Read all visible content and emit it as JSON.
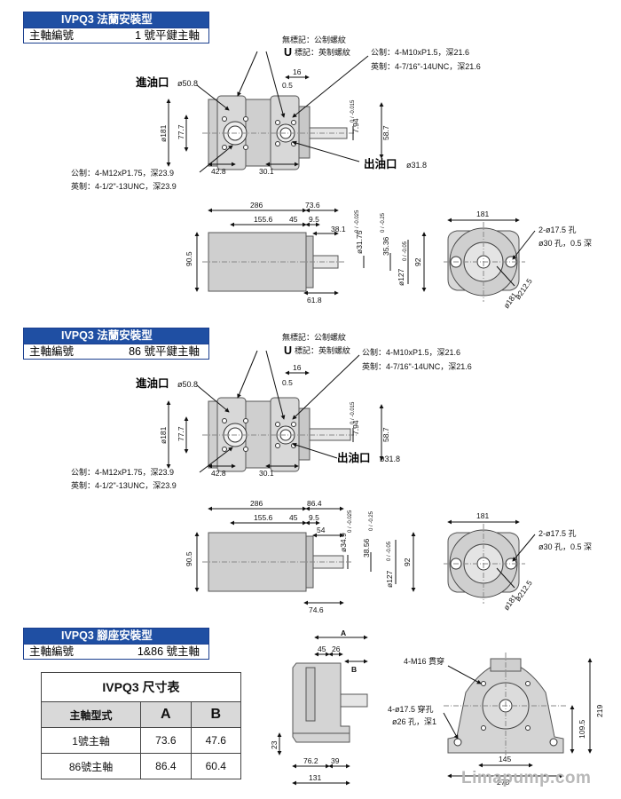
{
  "section1": {
    "title": "IVPQ3 法蘭安裝型",
    "code_label": "主軸編號",
    "code_value": "1 號平鍵主軸",
    "side": {
      "unmarked": "無標記：公制螺紋",
      "u_marked_letter": "U",
      "u_marked": "標記：英制螺紋",
      "outlet_metric": "公制：4-M10xP1.5，深21.6",
      "outlet_imperial": "英制：4-7/16\"-14UNC，深21.6",
      "inlet_label": "進油口",
      "inlet_dia": "ø50.8",
      "outlet_label": "出油口",
      "outlet_dia": "ø31.8",
      "inlet_metric": "公制：4-M12xP1.75，深23.9",
      "inlet_imperial": "英制：4-1/2\"-13UNC，深23.9",
      "d16": "16",
      "d05": "0.5",
      "d181": "ø181",
      "d777": "77.7",
      "d794": "7.94",
      "tol_794": "0 / -0.015",
      "d587": "58.7",
      "d428": "42.8",
      "d301": "30.1"
    },
    "top": {
      "d286": "286",
      "d736": "73.6",
      "d1556": "155.6",
      "d45": "45",
      "d95": "9.5",
      "d381": "38.1",
      "d905": "90.5",
      "dshaft": "ø31.75",
      "tol_shaft": "0 / -0.025",
      "dkey": "35.36",
      "tol_key": "0 / -0.25",
      "d127": "ø127",
      "tol_127": "0 / -0.05",
      "d92": "92",
      "d618": "61.8"
    },
    "end": {
      "d181": "181",
      "holes": "2-ø17.5 孔",
      "cbore": "ø30 孔，0.5 深",
      "d2125": "ø212.5",
      "d181d": "ø181"
    }
  },
  "section2": {
    "title": "IVPQ3 法蘭安裝型",
    "code_label": "主軸編號",
    "code_value": "86 號平鍵主軸",
    "side": {
      "unmarked": "無標記：公制螺紋",
      "u_marked_letter": "U",
      "u_marked": "標記：英制螺紋",
      "outlet_metric": "公制：4-M10xP1.5，深21.6",
      "outlet_imperial": "英制：4-7/16\"-14UNC，深21.6",
      "inlet_label": "進油口",
      "inlet_dia": "ø50.8",
      "outlet_label": "出油口",
      "outlet_dia": "ø31.8",
      "inlet_metric": "公制：4-M12xP1.75，深23.9",
      "inlet_imperial": "英制：4-1/2\"-13UNC，深23.9",
      "d16": "16",
      "d05": "0.5",
      "d181": "ø181",
      "d777": "77.7",
      "d794": "7.94",
      "tol_794": "0 / -0.015",
      "d587": "58.7",
      "d428": "42.8",
      "d301": "30.1"
    },
    "top": {
      "d286": "286",
      "d864": "86.4",
      "d1556": "155.6",
      "d45": "45",
      "d95": "9.5",
      "d54": "54",
      "d905": "90.5",
      "dshaft": "ø34.9",
      "tol_shaft": "0 / -0.025",
      "dkey": "38.56",
      "tol_key": "0 / -0.25",
      "d127": "ø127",
      "tol_127": "0 / -0.05",
      "d92": "92",
      "d746": "74.6"
    },
    "end": {
      "d181": "181",
      "holes": "2-ø17.5 孔",
      "cbore": "ø30 孔，0.5 深",
      "d2125": "ø212.5",
      "d181d": "ø181"
    }
  },
  "section3": {
    "title": "IVPQ3 腳座安裝型",
    "code_label": "主軸編號",
    "code_value": "1&86 號主軸",
    "side": {
      "dA": "A",
      "d45": "45",
      "d26": "26",
      "dB": "B",
      "d23": "23",
      "d762": "76.2",
      "d39": "39",
      "d131": "131"
    },
    "front": {
      "m16": "4-M16 貫穿",
      "holes": "4-ø17.5 穿孔",
      "cbore": "ø26 孔，深1",
      "d219": "219",
      "d1095": "109.5",
      "d145": "145",
      "d278": "278"
    }
  },
  "table": {
    "title": "IVPQ3 尺寸表",
    "headers": [
      "主軸型式",
      "A",
      "B"
    ],
    "rows": [
      [
        "1號主軸",
        "73.6",
        "47.6"
      ],
      [
        "86號主軸",
        "86.4",
        "60.4"
      ]
    ]
  },
  "watermark": "Limapump.com"
}
